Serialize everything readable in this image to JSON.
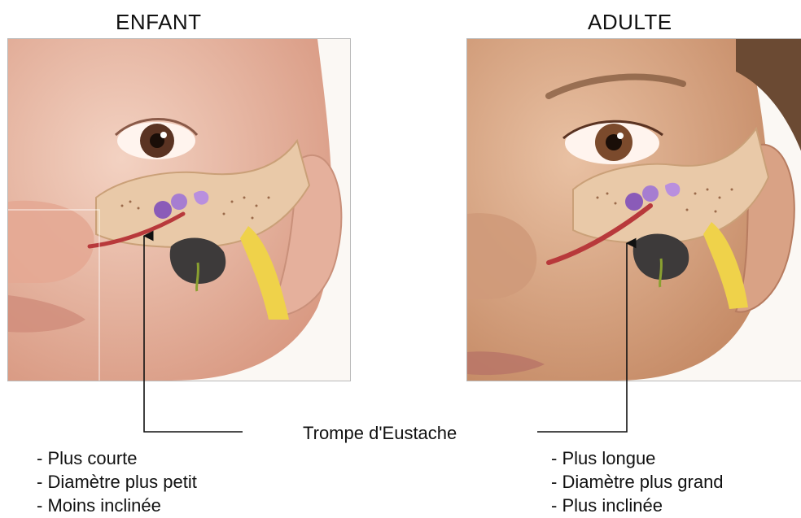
{
  "left": {
    "title": "ENFANT",
    "features": [
      "- Plus courte",
      "- Diamètre plus petit",
      "- Moins inclinée"
    ]
  },
  "right": {
    "title": "ADULTE",
    "features": [
      "- Plus longue",
      "- Diamètre plus grand",
      "- Plus inclinée"
    ]
  },
  "label": "Trompe d'Eustache",
  "colors": {
    "skin_child": "#e8b9a6",
    "skin_adult": "#d8a887",
    "bone": "#e9c9a8",
    "tube": "#b8393b",
    "ossicles": "#8a5bb8",
    "cartilage": "#efd24a"
  }
}
